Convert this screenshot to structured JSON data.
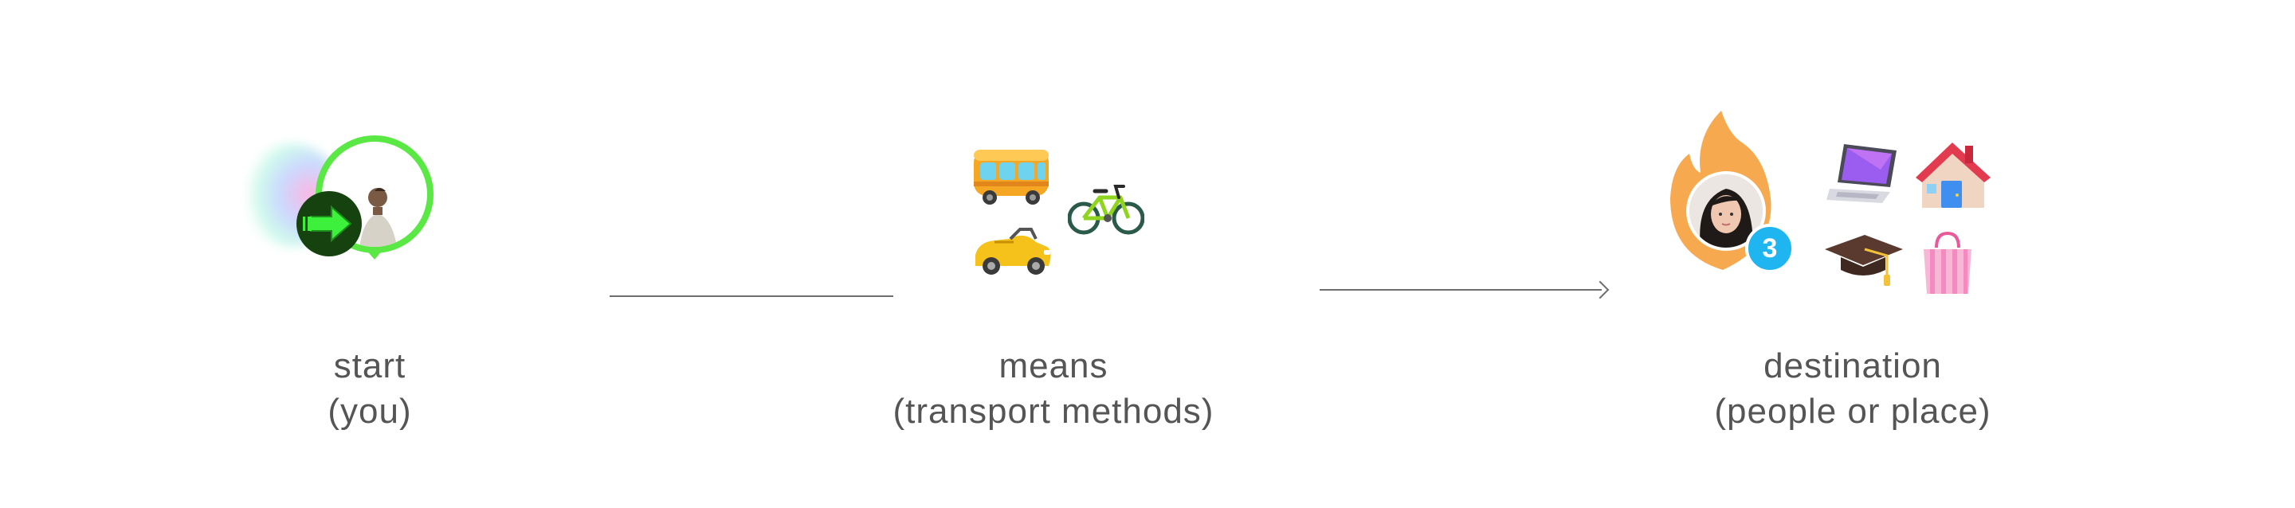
{
  "steps": {
    "start": {
      "line1": "start",
      "line2": "(you)",
      "icons": [
        "location-bubble",
        "rainbow-trail",
        "person-avatar",
        "go-arrow"
      ]
    },
    "means": {
      "line1": "means",
      "line2": "(transport methods)",
      "icons": [
        "bus",
        "bicycle",
        "convertible-car"
      ]
    },
    "destination": {
      "line1": "destination",
      "line2": "(people or place)",
      "badge_count": "3",
      "icons": [
        "flame",
        "person-avatar",
        "laptop",
        "house",
        "graduation-cap",
        "shopping-bag"
      ]
    }
  },
  "colors": {
    "caption_text": "#555555",
    "connector": "#6e6e6e",
    "start_accent": "#5ae844",
    "go_badge": "#16420f",
    "flame": "#f7a94f",
    "count_badge": "#1fb5f0"
  }
}
